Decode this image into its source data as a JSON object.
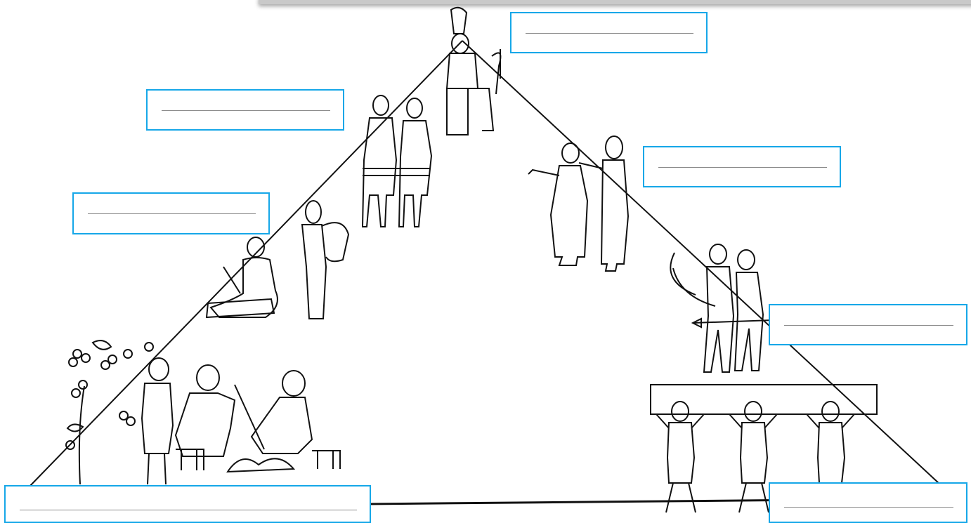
{
  "colors": {
    "box_border": "#16a7e8",
    "line": "#111111",
    "answer_line": "#8a8a8a"
  },
  "labels": [
    {
      "id": "top-right",
      "value": ""
    },
    {
      "id": "upper-left",
      "value": ""
    },
    {
      "id": "upper-right",
      "value": ""
    },
    {
      "id": "middle-left",
      "value": ""
    },
    {
      "id": "middle-right",
      "value": ""
    },
    {
      "id": "bottom-left",
      "value": ""
    },
    {
      "id": "bottom-right",
      "value": ""
    }
  ],
  "figures": [
    "pharaoh-figure",
    "officials-figure",
    "priests-figure",
    "scribe-figure",
    "soldiers-figure",
    "farmers-figure",
    "workers-figure"
  ]
}
